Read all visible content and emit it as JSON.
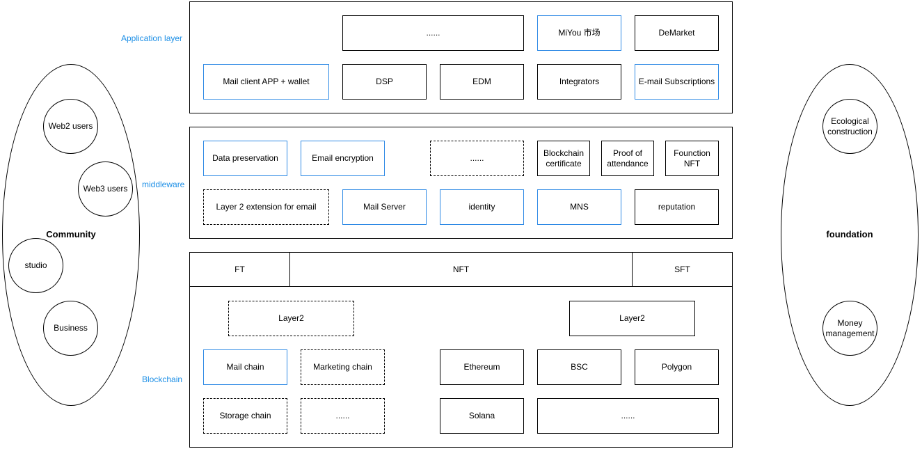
{
  "layers": {
    "application": "Application layer",
    "middleware": "middleware",
    "blockchain": "Blockchain"
  },
  "application": {
    "row1": {
      "more": "......",
      "miyou": "MiYou 市场",
      "demarket": "DeMarket"
    },
    "row2": {
      "mail_client": "Mail client APP + wallet",
      "dsp": "DSP",
      "edm": "EDM",
      "integrators": "Integrators",
      "email_subscriptions": "E-mail Subscriptions"
    }
  },
  "middleware": {
    "row1": {
      "data_preservation": "Data preservation",
      "email_encryption": "Email encryption",
      "more": "......",
      "blockchain_certificate": "Blockchain certificate",
      "proof_of_attendance": "Proof of attendance",
      "function_nft": "Founction NFT"
    },
    "row2": {
      "layer2_email": "Layer 2 extension for email",
      "mail_server": "Mail Server",
      "identity": "identity",
      "mns": "MNS",
      "reputation": "reputation"
    }
  },
  "blockchain": {
    "tokens": {
      "ft": "FT",
      "nft": "NFT",
      "sft": "SFT"
    },
    "layer2_left": "Layer2",
    "layer2_right": "Layer2",
    "mail_chain": "Mail chain",
    "marketing_chain": "Marketing chain",
    "storage_chain": "Storage chain",
    "more_left": "......",
    "ethereum": "Ethereum",
    "bsc": "BSC",
    "polygon": "Polygon",
    "solana": "Solana",
    "more_right": "......"
  },
  "community": {
    "label": "Community",
    "web2_users": "Web2 users",
    "web3_users": "Web3 users",
    "studio": "studio",
    "business": "Business"
  },
  "foundation": {
    "label": "foundation",
    "ecological_construction": "Ecological construction",
    "money_management": "Money management"
  },
  "colors": {
    "accent_blue": "#2f8ae5",
    "label_blue": "#1d8fe6",
    "border": "#000000"
  }
}
